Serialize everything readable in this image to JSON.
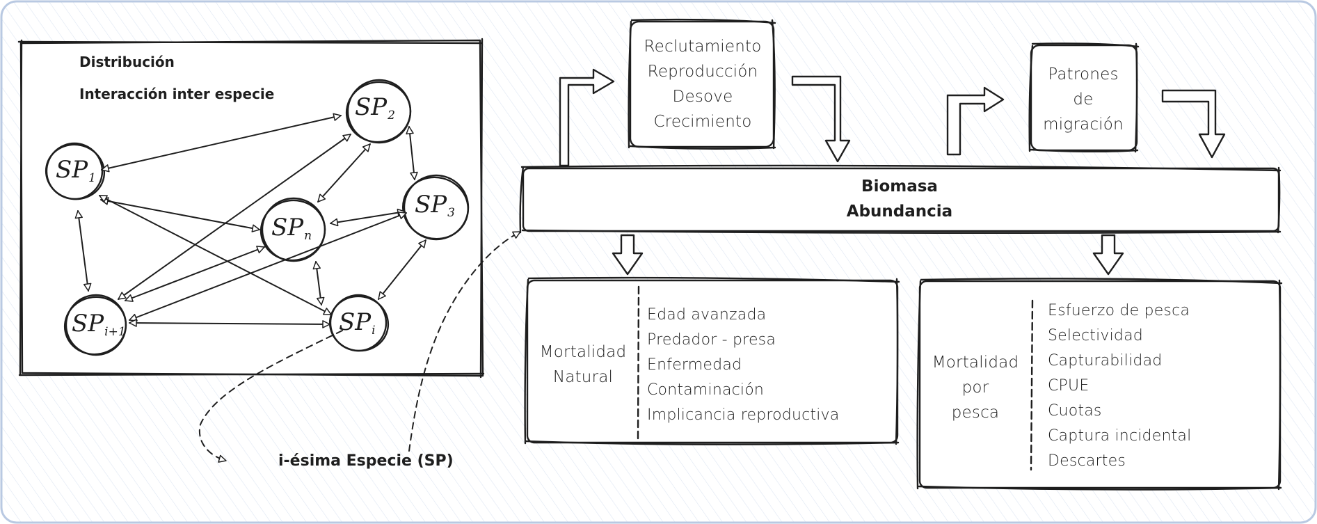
{
  "colors": {
    "stroke": "#1e1e1e",
    "hatch": "#dde6f2",
    "border": "#b9c9e2",
    "background": "#ffffff"
  },
  "interaction_panel": {
    "title_1": "Distribución",
    "title_2": "Interacción inter especie",
    "nodes": [
      {
        "id": "sp1",
        "base": "SP",
        "sub": "1"
      },
      {
        "id": "sp2",
        "base": "SP",
        "sub": "2"
      },
      {
        "id": "sp3",
        "base": "SP",
        "sub": "3"
      },
      {
        "id": "spn",
        "base": "SP",
        "sub": "n"
      },
      {
        "id": "spi",
        "base": "SP",
        "sub": "i"
      },
      {
        "id": "spi1",
        "base": "SP",
        "sub": "i+1"
      }
    ],
    "pointer_label": "i-ésima Especie (SP)"
  },
  "process_boxes": [
    {
      "id": "reclutamiento",
      "lines": [
        "Reclutamiento",
        "Reproducción",
        "Desove",
        "Crecimiento"
      ]
    },
    {
      "id": "patrones",
      "lines": [
        "Patrones",
        "de",
        "migración"
      ]
    }
  ],
  "biomass_bar": {
    "line_1": "Biomasa",
    "line_2": "Abundancia"
  },
  "mortality_boxes": [
    {
      "id": "natural",
      "label": [
        "Mortalidad",
        "Natural"
      ],
      "items": [
        "Edad avanzada",
        "Predador - presa",
        "Enfermedad",
        "Contaminación",
        "Implicancia reproductiva"
      ]
    },
    {
      "id": "pesca",
      "label": [
        "Mortalidad",
        "por",
        "pesca"
      ],
      "items": [
        "Esfuerzo de pesca",
        "Selectividad",
        "Capturabilidad",
        "CPUE",
        "Cuotas",
        "Captura incidental",
        "Descartes"
      ]
    }
  ]
}
